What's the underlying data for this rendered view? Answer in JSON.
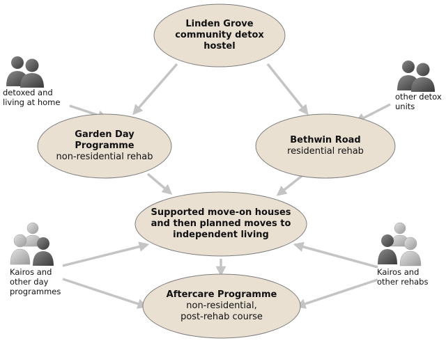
{
  "nodes": {
    "linden": {
      "line1": "Linden Grove",
      "line2": "community detox",
      "line3": "hostel"
    },
    "garden": {
      "line1": "Garden Day",
      "line2": "Programme",
      "line3": "non-residential rehab"
    },
    "bethwin": {
      "line1": "Bethwin Road",
      "line2": "residential rehab"
    },
    "supported": {
      "line1": "Supported move-on houses",
      "line2": "and then planned moves to",
      "line3": "independent living"
    },
    "aftercare": {
      "line1": "Aftercare Programme",
      "line2": "non-residential,",
      "line3": "post-rehab course"
    }
  },
  "actors": {
    "home": {
      "line1": "detoxed and",
      "line2": "living at home"
    },
    "detox_units": {
      "line1": "other detox",
      "line2": "units"
    },
    "kairos_day": {
      "line1": "Kairos and",
      "line2": "other day",
      "line3": "programmes"
    },
    "kairos_rehabs": {
      "line1": "Kairos and",
      "line2": "other rehabs"
    }
  },
  "colors": {
    "node_fill": "#e9e0d2",
    "node_stroke": "#7d7d7d",
    "arrow": "#c4c4c4",
    "person_dark": "#4a4a4a",
    "person_light": "#bdbdbd"
  }
}
